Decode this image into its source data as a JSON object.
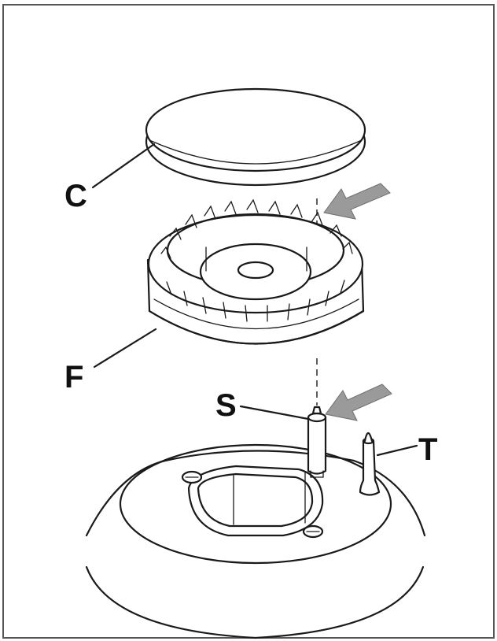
{
  "labels": {
    "cap": "C",
    "flame_spreader": "F",
    "spark_plug": "S",
    "thermocouple": "T"
  },
  "colors": {
    "frame": "#555555",
    "line": "#1a1a1a",
    "arrow": "#9a9a9a",
    "background": "#ffffff"
  },
  "icons": {
    "arrow_upper": "arrow-left-down-icon",
    "arrow_lower": "arrow-left-down-icon"
  }
}
